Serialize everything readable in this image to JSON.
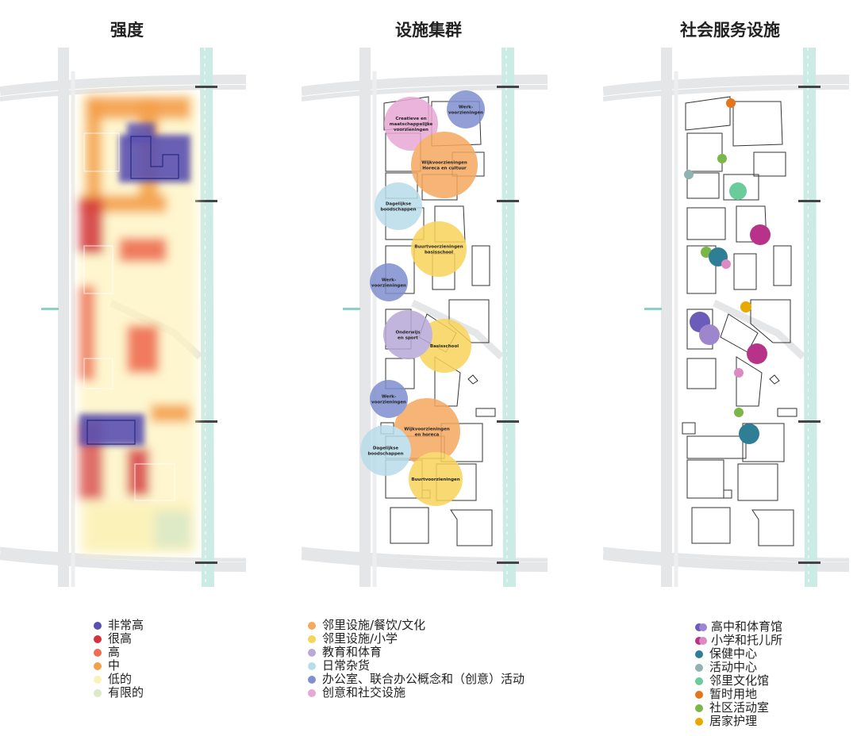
{
  "panels": [
    {
      "title": "强度"
    },
    {
      "title": "设施集群"
    },
    {
      "title": "社会服务设施"
    }
  ],
  "legend_intensity": [
    {
      "label": "非常高",
      "color": "#5a50b0"
    },
    {
      "label": "很高",
      "color": "#d2343c"
    },
    {
      "label": "高",
      "color": "#ee6e52"
    },
    {
      "label": "中",
      "color": "#f3a04a"
    },
    {
      "label": "低的",
      "color": "#fbf2b8"
    },
    {
      "label": "有限的",
      "color": "#dbe9c8"
    }
  ],
  "legend_clusters": [
    {
      "label": "邻里设施/餐饮/文化",
      "color": "#f5a860"
    },
    {
      "label": "邻里设施/小学",
      "color": "#f8d45a"
    },
    {
      "label": "教育和体育",
      "color": "#b8a9d8"
    },
    {
      "label": "日常杂货",
      "color": "#b8dcea"
    },
    {
      "label": "办公室、联合办公概念和（创意）活动",
      "color": "#7f8fcf"
    },
    {
      "label": "创意和社交设施",
      "color": "#e8a8d4"
    }
  ],
  "legend_services": [
    {
      "label": "高中和体育馆",
      "color": "#6a5cb8",
      "color2": "#9d86cc"
    },
    {
      "label": "小学和托儿所",
      "color": "#b8328a",
      "color2": "#dc8ac4"
    },
    {
      "label": "保健中心",
      "color": "#2e7f96"
    },
    {
      "label": "活动中心",
      "color": "#8fb3b0"
    },
    {
      "label": "邻里文化馆",
      "color": "#6ccb9a"
    },
    {
      "label": "暂时用地",
      "color": "#e67418"
    },
    {
      "label": "社区活动室",
      "color": "#7ab648"
    },
    {
      "label": "居家护理",
      "color": "#e8a800"
    }
  ],
  "cluster_labels": [
    [
      "Creatieve en",
      "maatschappelijke",
      "voorzieningen"
    ],
    [
      "Werk-",
      "voorzieningen"
    ],
    [
      "Wijkvoorzieningen",
      "Horeca en cultuur"
    ],
    [
      "Dagelijkse",
      "boodschappen"
    ],
    [
      "Buurtvoorzieningen",
      "basisschool"
    ],
    [
      "Werk-",
      "voorzieningen"
    ],
    [
      "Onderwijs",
      "en sport"
    ],
    [
      "Basisschool"
    ],
    [
      "Werk-",
      "voorzieningen"
    ],
    [
      "Wijkvoorzieningen",
      "en horeca"
    ],
    [
      "Dagelijkse",
      "boodschappen"
    ],
    [
      "Buurtvoorzieningen"
    ]
  ],
  "colors": {
    "road": "#e4e6e8",
    "water": "#cdebe5",
    "block_outline": "#333333"
  }
}
